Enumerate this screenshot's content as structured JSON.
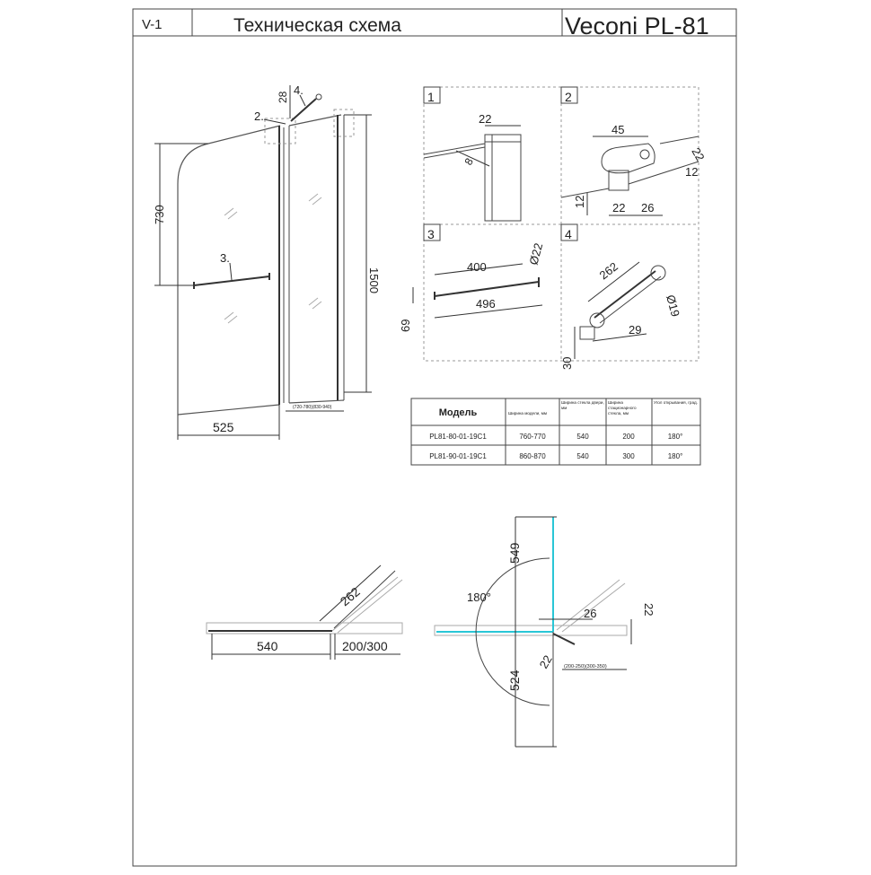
{
  "titleblock": {
    "revision": "V-1",
    "title": "Техническая схема",
    "model": "Veconi PL-81"
  },
  "front": {
    "dim_height": "1500",
    "dim_upper": "730",
    "dim_width": "525",
    "dim_small": "28",
    "dim_small_range": "(720-780)(830-940)",
    "callout_2": "2.",
    "callout_3": "3.",
    "callout_4": "4."
  },
  "details": {
    "d1": {
      "num": "1",
      "dims": [
        "22",
        "8"
      ]
    },
    "d2": {
      "num": "2",
      "dims": [
        "45",
        "22",
        "12",
        "12",
        "22",
        "26"
      ]
    },
    "d3": {
      "num": "3",
      "dims": [
        "400",
        "Ø22",
        "69",
        "496"
      ]
    },
    "d4": {
      "num": "4",
      "dims": [
        "262",
        "Ø19",
        "29",
        "30"
      ]
    }
  },
  "table": {
    "headers": [
      "Модель",
      "Ширина модели, мм",
      "Ширина стекла двери, мм",
      "Ширина стационарного стекла, мм",
      "Угол открывания, град."
    ],
    "rows": [
      [
        "PL81-80-01-19C1",
        "760-770",
        "540",
        "200",
        "180°"
      ],
      [
        "PL81-90-01-19C1",
        "860-870",
        "540",
        "300",
        "180°"
      ]
    ]
  },
  "plan_left": {
    "dim_door": "540",
    "dim_fixed": "200/300",
    "dim_arm": "262"
  },
  "plan_right": {
    "angle": "180°",
    "dim_up": "549",
    "dim_down": "524",
    "dim_26": "26",
    "dim_22a": "22",
    "dim_22b": "22",
    "dim_range": "(200-250)(300-350)"
  }
}
